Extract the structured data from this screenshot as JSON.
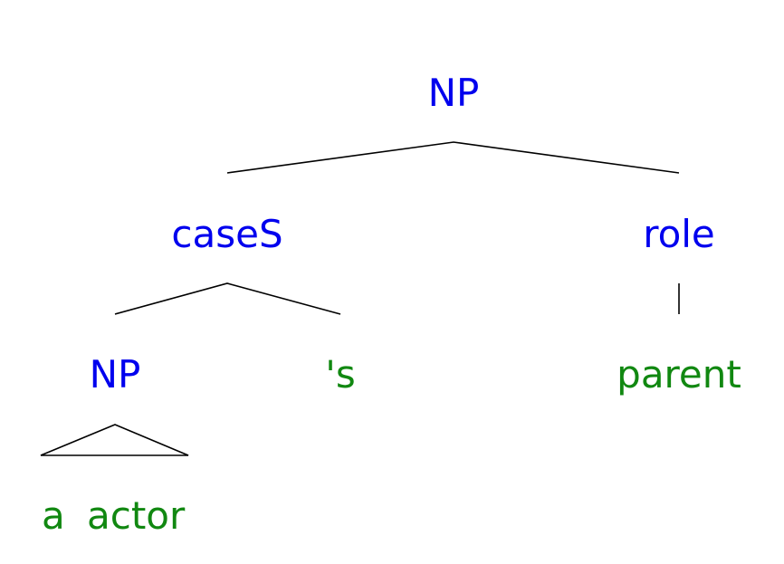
{
  "colors": {
    "category": "#0000ee",
    "word": "#118811",
    "edge": "#000000"
  },
  "tree": {
    "root": {
      "label": "NP",
      "type": "category"
    },
    "cases": {
      "label": "caseS",
      "type": "category"
    },
    "role": {
      "label": "role",
      "type": "category"
    },
    "inner_np": {
      "label": "NP",
      "type": "category"
    },
    "possessive": {
      "label": "'s",
      "type": "word"
    },
    "parent": {
      "label": "parent",
      "type": "word"
    },
    "leaf_a": {
      "label": "a",
      "type": "word"
    },
    "leaf_actor": {
      "label": "actor",
      "type": "word"
    }
  }
}
